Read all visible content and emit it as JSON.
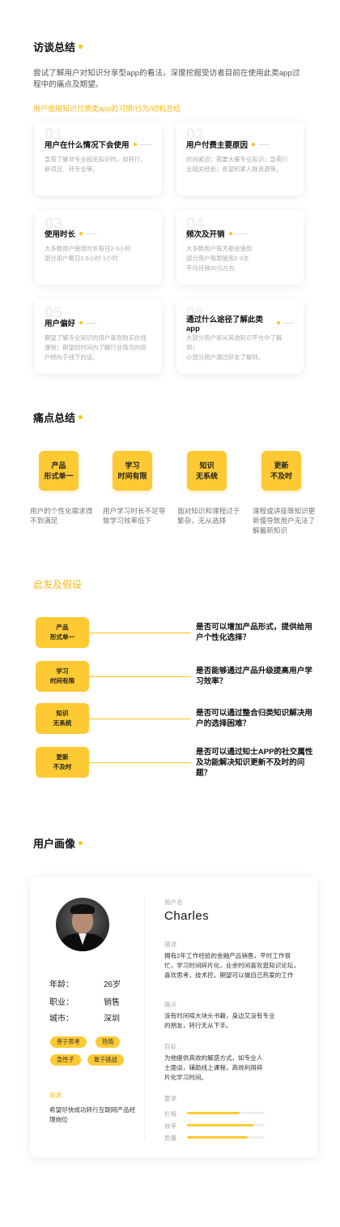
{
  "interview": {
    "title": "访谈总结",
    "intro": "尝试了解用户对知识分享型app的看法，深度挖掘受访者目前在使用此类app过程中的痛点及期望。",
    "subtitle": "用户使用知识付费类app的习惯/行为/动机总结",
    "cards": [
      {
        "num": "01",
        "title": "用户在什么情况下会使用",
        "body": "急需了解非专业相关知识时，如转行、新项目、转专业等。"
      },
      {
        "num": "02",
        "title": "用户付费主要原因",
        "body": "时间紧迫；需要大量专业知识；急需行业相关经验；希望积累人脉资源等。"
      },
      {
        "num": "03",
        "title": "使用时长",
        "body": "大多数用户使用时长每日2-3小时\n部分用户每日0.5小时-1小时"
      },
      {
        "num": "04",
        "title": "频次及开销",
        "body": "大多数用户每天都会使用\n部分用户每周使用2-3次\n平均月销20元左右"
      },
      {
        "num": "05",
        "title": "用户偏好",
        "body": "期望了解专业知识的用户喜欢购买在线课程；期望短时间内了解行业情况的用户倾向于线下约谈。"
      },
      {
        "num": "06",
        "title": "通过什么途径了解此类app",
        "body": "大部分用户是从其他知识平台中了解到；\n小部分用户通过好友了解到。"
      }
    ]
  },
  "pain": {
    "title": "痛点总结",
    "items": [
      {
        "label": "产品\n形式单一",
        "desc": "用户的个性化需求得不到满足"
      },
      {
        "label": "学习\n时间有限",
        "desc": "用户学习时长不足导致学习效率低下"
      },
      {
        "label": "知识\n无系统",
        "desc": "面对知识和课程过于繁杂，无从选择"
      },
      {
        "label": "更新\n不及时",
        "desc": "课程或讲座等知识更新慢导致用户无法了解最新知识"
      }
    ]
  },
  "hypothesis": {
    "title": "启发及假设",
    "items": [
      {
        "label": "产品\n形式单一",
        "text": "是否可以增加产品形式，提供给用户个性化选择？"
      },
      {
        "label": "学习\n时间有限",
        "text": "是否能够通过产品升级提高用户学习效率？"
      },
      {
        "label": "知识\n无系统",
        "text": "是否可以通过整合归类知识解决用户的选择困难？"
      },
      {
        "label": "更新\n不及时",
        "text": "是否可以通过知士APP的社交属性及功能解决知识更新不及时的问题？"
      }
    ]
  },
  "persona": {
    "title": "用户画像",
    "age_label": "年龄：",
    "age": "26岁",
    "job_label": "职业：",
    "job": "销售",
    "city_label": "城市：",
    "city": "深圳",
    "tags": [
      "善于思考",
      "热情",
      "急性子",
      "敢于挑战"
    ],
    "appeal_label": "诉求",
    "appeal": "希望尽快成功转行互联网产品经理岗位",
    "name_label": "用户名",
    "name": "Charles",
    "desc_label": "描述",
    "desc": "拥有2年工作经验的金融产品销售，平时工作很忙，学习时间碎片化，业余时间喜欢逛知识论坛，喜欢思考，技术控，期望可以做自己热爱的工作",
    "pain_label": "痛点",
    "pain": "没有时间啃大块头书籍，身边又没有专业的朋友，转行无从下手。",
    "goal_label": "目标",
    "goal": "为他提供高效的解惑方式，如专业人士面谈，辅助线上课程，高效利用碎片化学习时间。",
    "req_label": "要求",
    "requirements": [
      {
        "label": "价格",
        "value": 0.68
      },
      {
        "label": "效率",
        "value": 0.85
      },
      {
        "label": "质量",
        "value": 0.78
      }
    ]
  }
}
